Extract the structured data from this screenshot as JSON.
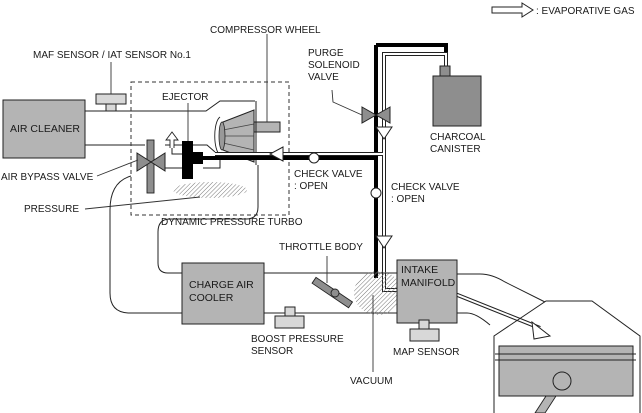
{
  "legend": {
    "icon": "hollow-arrow-icon",
    "label": ": EVAPORATIVE GAS"
  },
  "components": {
    "air_cleaner": "AIR CLEANER",
    "charge_air_cooler": [
      "CHARGE AIR",
      "COOLER"
    ],
    "intake_manifold": [
      "INTAKE",
      "MANIFOLD"
    ],
    "charcoal_canister": [
      "CHARCOAL",
      "CANISTER"
    ]
  },
  "labels": {
    "maf_sensor": "MAF SENSOR / IAT SENSOR No.1",
    "compressor_wheel": "COMPRESSOR WHEEL",
    "purge_valve": [
      "PURGE",
      "SOLENOID",
      "VALVE"
    ],
    "ejector": "EJECTOR",
    "air_bypass_valve": "AIR BYPASS VALVE",
    "pressure": "PRESSURE",
    "dynamic_pressure_turbo": "DYNAMIC PRESSURE TURBO",
    "check_valve_1": [
      "CHECK VALVE",
      ": OPEN"
    ],
    "check_valve_2": [
      "CHECK VALVE",
      ": OPEN"
    ],
    "throttle_body": "THROTTLE BODY",
    "boost_pressure_sensor": [
      "BOOST PRESSURE",
      "SENSOR"
    ],
    "map_sensor": "MAP SENSOR",
    "vacuum": "VACUUM"
  },
  "colors": {
    "component_fill": "#b4b4b4",
    "canister_fill": "#8e8e8e",
    "sensor_fill": "#d8d8d8",
    "line": "#222222"
  }
}
